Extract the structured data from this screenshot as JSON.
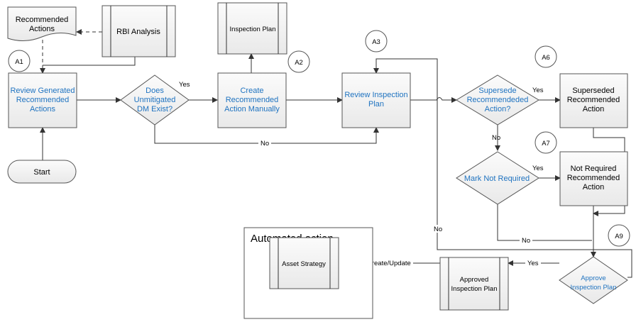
{
  "nodes": {
    "recommended_actions": [
      "Recommended",
      "Actions"
    ],
    "rbi_analysis": "RBI Analysis",
    "inspection_plan": "Inspection Plan",
    "review_generated": [
      "Review Generated",
      "Recommended",
      "Actions"
    ],
    "does_unmitigated": [
      "Does",
      "Unmitigated",
      "DM Exist?"
    ],
    "create_manually": [
      "Create",
      "Recommended",
      "Action Manually"
    ],
    "review_inspection": [
      "Review Inspection",
      "Plan"
    ],
    "supersede": [
      "Supersede",
      "Recommendeded",
      "Action?"
    ],
    "superseded": [
      "Superseded",
      "Recommended",
      "Action"
    ],
    "mark_not_required": "Mark Not Required",
    "not_required": [
      "Not Required",
      "Recommended",
      "Action"
    ],
    "start": "Start",
    "automated_action": "Automated action",
    "asset_strategy": "Asset Strategy",
    "approved_plan": [
      "Approved",
      "Inspection Plan"
    ],
    "approve_plan": [
      "Approve",
      "Inspection Plan"
    ]
  },
  "connectors": {
    "a1": "A1",
    "a2": "A2",
    "a3": "A3",
    "a6": "A6",
    "a7": "A7",
    "a9": "A9"
  },
  "edge_labels": {
    "yes1": "Yes",
    "no1": "No",
    "yes2": "Yes",
    "no2": "No",
    "yes3": "Yes",
    "no3": "No",
    "no_left": "No",
    "yes4": "Yes",
    "create_update": "Create/Update"
  },
  "colors": {
    "link_text": "#1f73c0",
    "box_fill": "#f2f2f2",
    "stroke": "#555555"
  }
}
